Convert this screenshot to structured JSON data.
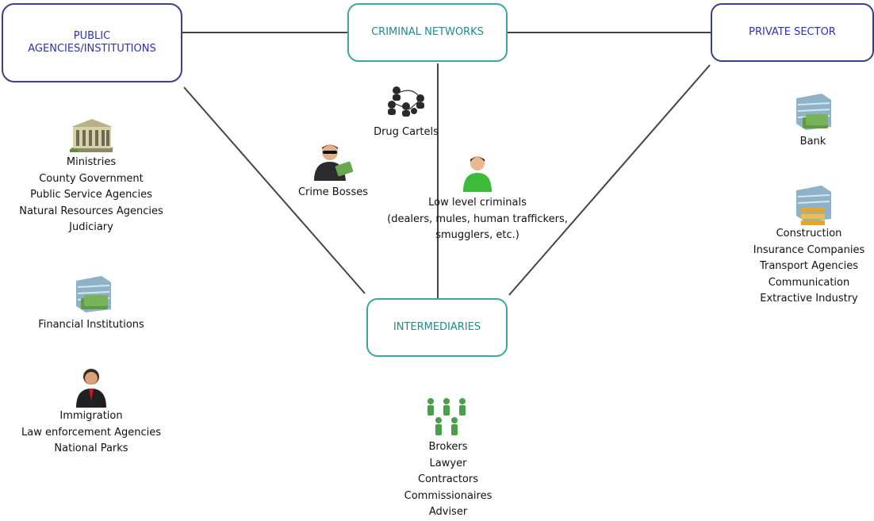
{
  "nodes": {
    "public": "PUBLIC\nAGENCIES/INSTITUTIONS",
    "criminal": "CRIMINAL NETWORKS",
    "private": "PRIVATE SECTOR",
    "intermediaries": "INTERMEDIARIES"
  },
  "groups": {
    "government": [
      "Ministries",
      "County Government",
      "Public Service Agencies",
      "Natural Resources Agencies",
      "Judiciary"
    ],
    "financial": [
      "Financial Institutions"
    ],
    "enforcement": [
      "Immigration",
      "Law enforcement Agencies",
      "National Parks"
    ],
    "drug_cartels": [
      "Drug Cartels"
    ],
    "crime_bosses": [
      "Crime Bosses"
    ],
    "low_level": [
      "Low level criminals",
      "(dealers, mules, human traffickers,",
      "smugglers, etc.)"
    ],
    "bank": [
      "Bank"
    ],
    "private_sectors": [
      "Construction",
      "Insurance Companies",
      "Transport Agencies",
      "Communication",
      "Extractive Industry"
    ],
    "intermediary_types": [
      "Brokers",
      "Lawyer",
      "Contractors",
      "Commissionaires",
      "Adviser"
    ]
  },
  "icons": {
    "government": "government-building-icon",
    "financial": "money-building-icon",
    "enforcement": "official-person-icon",
    "drug_cartels": "network-people-icon",
    "crime_bosses": "boss-with-money-icon",
    "low_level": "person-icon",
    "bank": "bank-building-icon",
    "private_sectors": "corporate-building-icon",
    "intermediary_types": "people-group-icon"
  }
}
